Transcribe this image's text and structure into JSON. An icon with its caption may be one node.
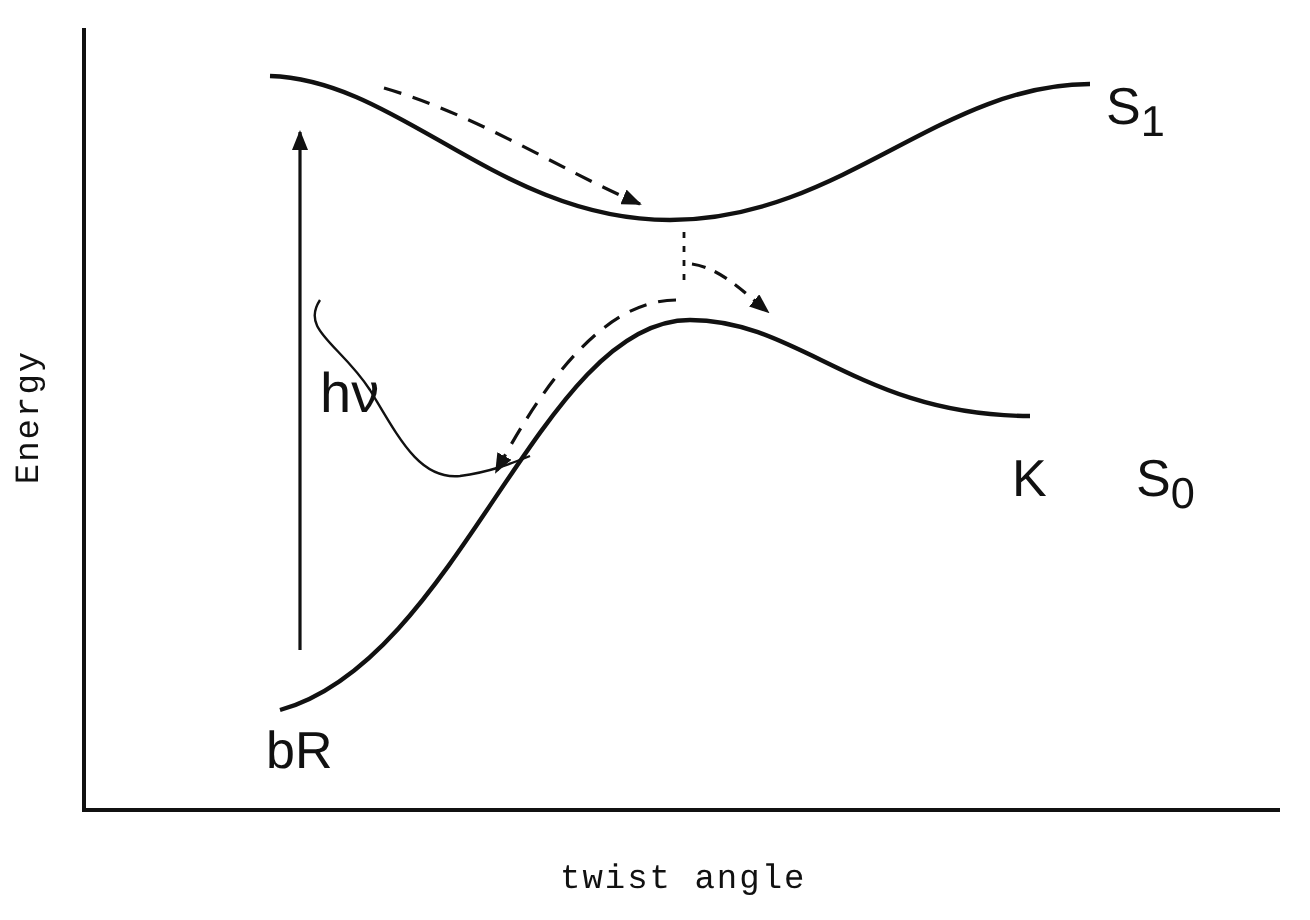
{
  "diagram": {
    "labels": [
      "S$_{1}$",
      "hν",
      "K",
      "S$_{0}$",
      "bR",
      "Energy",
      "twist angle"
    ]
  }
}
